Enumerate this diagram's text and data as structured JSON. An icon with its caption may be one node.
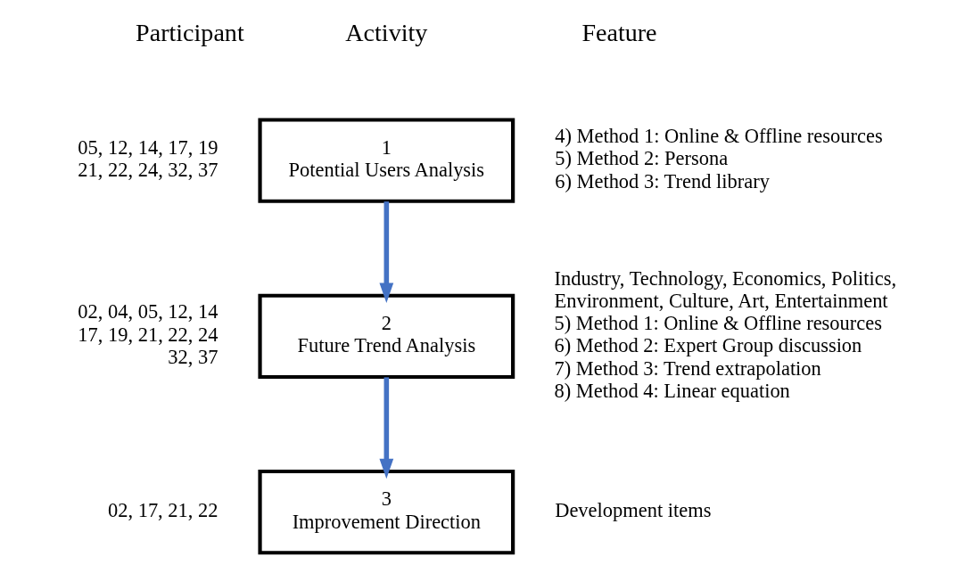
{
  "diagram": {
    "nodes": [
      {
        "text": [
          "1",
          "Potential Users Analysis"
        ],
        "beside": [
          "05, 12, 14, 17, 19 21, 22, 24, 32, 37",
          "4) Method 1: Online & Offline resources",
          "5) Method 2: Persona",
          "6) Method 3: Trend library"
        ]
      },
      {
        "text": [
          "2",
          "Future Trend Analysis"
        ],
        "beside": [
          "02, 04, 05, 12, 14 17, 19, 21, 22, 24 32, 37",
          "Industry, Technology, Economics, Politics, Environment, Culture, Art, Entertainment",
          "5) Method 1: Online & Offline resources",
          "6) Method 2: Expert Group discussion",
          "7) Method 3: Trend extrapolation",
          "8) Method 4: Linear equation"
        ]
      },
      {
        "text": [
          "3",
          "Improvement Direction"
        ],
        "beside": [
          "02, 17, 21, 22",
          "Development items"
        ]
      }
    ],
    "edges": [
      {
        "from": 0,
        "to": 1,
        "arrow": "to"
      },
      {
        "from": 1,
        "to": 2,
        "arrow": "to"
      }
    ],
    "labels": [
      "Participant",
      "Activity",
      "Feature"
    ]
  }
}
